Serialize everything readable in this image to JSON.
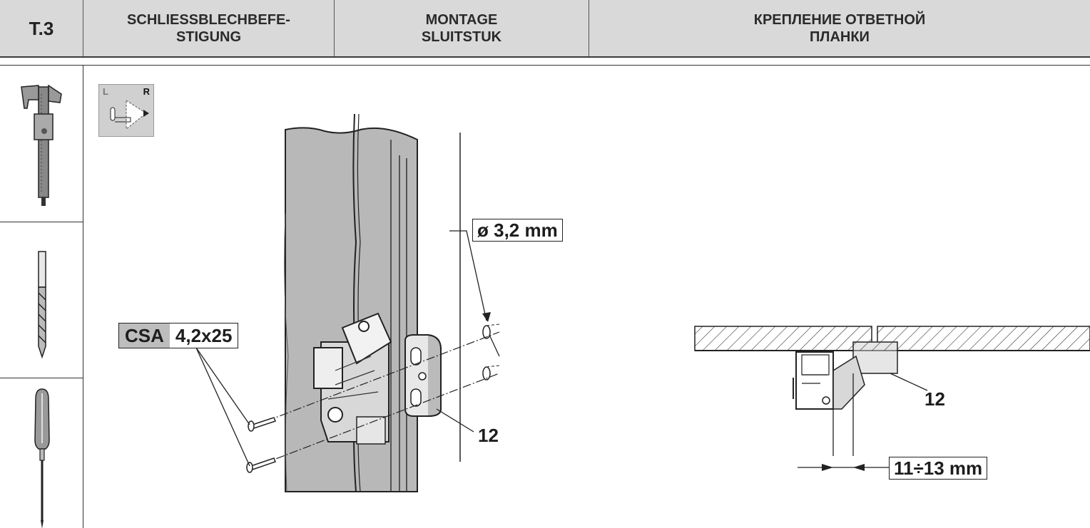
{
  "header": {
    "code": "T.3",
    "col_de": "SCHLIESSBLECHBEFE-\nSTIGUNG",
    "col_nl": "MONTAGE\nSLUITSTUK",
    "col_ru": "КРЕПЛЕНИЕ ОТВЕТНОЙ\nПЛАНКИ"
  },
  "tools": {
    "items": [
      "caliper-icon",
      "drill-bit-icon",
      "screwdriver-icon"
    ]
  },
  "hinge_side": {
    "left": "L",
    "right": "R"
  },
  "drawing": {
    "drill_diameter": "ø 3,2 mm",
    "screw_type": "CSA",
    "screw_size": "4,2x25",
    "part_number_main": "12",
    "part_number_section": "12",
    "gap_dimension": "11÷13 mm"
  },
  "colors": {
    "header_bg": "#d9d9d9",
    "frame_gray": "#b8b8b8",
    "label_gray": "#bdbdbd"
  }
}
